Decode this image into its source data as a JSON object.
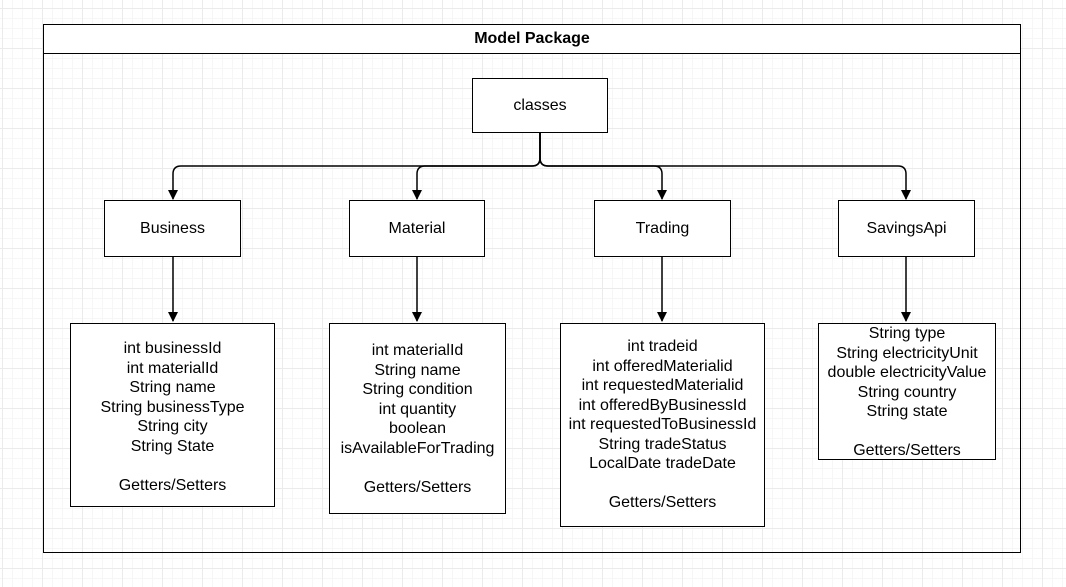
{
  "package": {
    "title": "Model Package"
  },
  "root": {
    "label": "classes"
  },
  "classes": [
    {
      "name": "Business",
      "members": [
        "int businessId",
        "int materialId",
        "String name",
        "String businessType",
        "String city",
        "String State",
        "",
        "Getters/Setters"
      ]
    },
    {
      "name": "Material",
      "members": [
        "int materialId",
        "String name",
        "String condition",
        "int quantity",
        "boolean",
        "isAvailableForTrading",
        "",
        "Getters/Setters"
      ]
    },
    {
      "name": "Trading",
      "members": [
        "int tradeid",
        "int offeredMaterialid",
        "int requestedMaterialid",
        "int offeredByBusinessId",
        "int requestedToBusinessId",
        "String tradeStatus",
        "LocalDate tradeDate",
        "",
        "Getters/Setters"
      ]
    },
    {
      "name": "SavingsApi",
      "members": [
        "String type",
        "String electricityUnit",
        "double electricityValue",
        "String country",
        "String state",
        "",
        "Getters/Setters"
      ]
    }
  ]
}
